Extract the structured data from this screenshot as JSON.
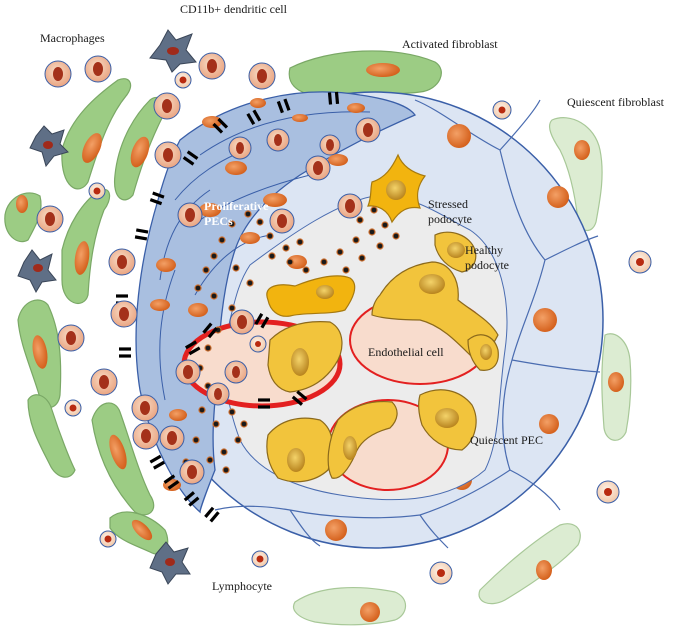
{
  "labels": {
    "cd11b_dc": "CD11b+ dendritic cell",
    "macrophages": "Macrophages",
    "activated_fibroblast": "Activated fibroblast",
    "quiescent_fibroblast": "Quiescent fibroblast",
    "proliferative_pecs_line1": "Proliferative",
    "proliferative_pecs_line2": "PECs",
    "stressed_podocyte_line1": "Stressed",
    "stressed_podocyte_line2": "podocyte",
    "healthy_podocyte_line1": "Healthy",
    "healthy_podocyte_line2": "podocyte",
    "endothelial_cell": "Endothelial cell",
    "quiescent_pec": "Quiescent PEC",
    "lymphocyte": "Lymphocyte"
  },
  "colors": {
    "bowman_capsule": "#dce5f3",
    "pec_active": "#a9bfe0",
    "capsule_outline": "#3a5fa8",
    "glomerular_space": "#ececec",
    "podocyte": "#f2c43c",
    "podocyte_nucleus": "#c9952a",
    "stressed_podocyte": "#f2b40f",
    "capillary_lumen": "#f8dccd",
    "capillary_border": "#e32020",
    "macrophage": "#f3c4a6",
    "macrophage_nucleus": "#c25a22",
    "fibroblast_active": "#9ccc84",
    "fibroblast_quiescent": "#dcecd2",
    "fibroblast_nucleus": "#e07a32",
    "dendritic_cell": "#5f6f86",
    "dc_nucleus": "#a02a1a",
    "lymphocyte_nucleus": "#b82a10",
    "barrier_break": "#000000"
  }
}
